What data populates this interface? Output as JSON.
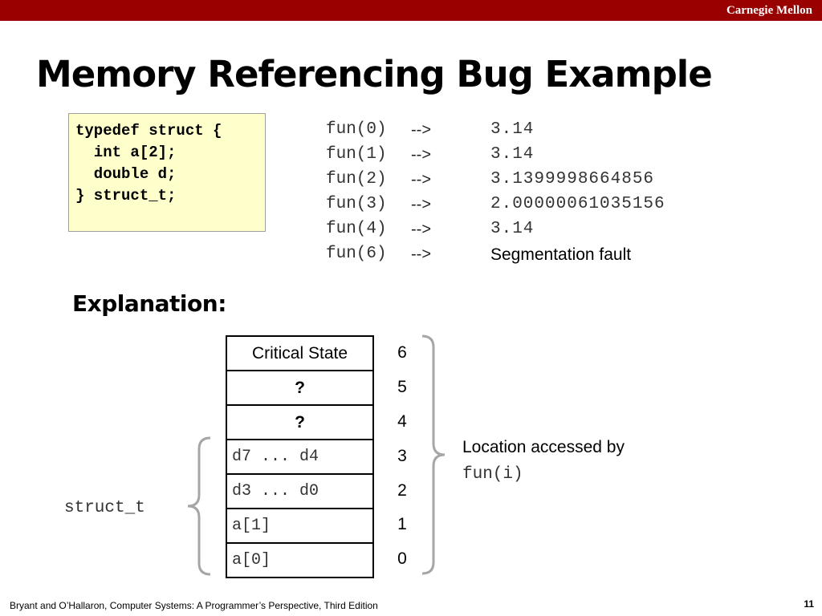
{
  "header": {
    "brand": "Carnegie Mellon",
    "accent_color": "#990000"
  },
  "title": "Memory Referencing Bug Example",
  "code": [
    "typedef struct {",
    "  int a[2];",
    "  double d;",
    "} struct_t;"
  ],
  "outputs": [
    {
      "call": "fun(0)",
      "arrow": "-->",
      "result": "3.14"
    },
    {
      "call": "fun(1)",
      "arrow": "-->",
      "result": "3.14"
    },
    {
      "call": "fun(2)",
      "arrow": "-->",
      "result": "3.1399998664856"
    },
    {
      "call": "fun(3)",
      "arrow": "-->",
      "result": "2.00000061035156"
    },
    {
      "call": "fun(4)",
      "arrow": "-->",
      "result": "3.14"
    },
    {
      "call": "fun(6)",
      "arrow": "-->",
      "result": "Segmentation fault"
    }
  ],
  "explanation_heading": "Explanation:",
  "stack": {
    "cells": [
      {
        "label": "Critical State",
        "index": "6"
      },
      {
        "label": "?",
        "index": "5"
      },
      {
        "label": "?",
        "index": "4"
      },
      {
        "label": "d7 ... d4",
        "index": "3"
      },
      {
        "label": "d3 ... d0",
        "index": "2"
      },
      {
        "label": "a[1]",
        "index": "1"
      },
      {
        "label": "a[0]",
        "index": "0"
      }
    ]
  },
  "location_label": {
    "line1": "Location accessed by",
    "line2": "fun(i)"
  },
  "struct_label": "struct_t",
  "footer": {
    "citation": "Bryant and O’Hallaron, Computer Systems: A Programmer’s Perspective, Third Edition",
    "page": "11"
  }
}
